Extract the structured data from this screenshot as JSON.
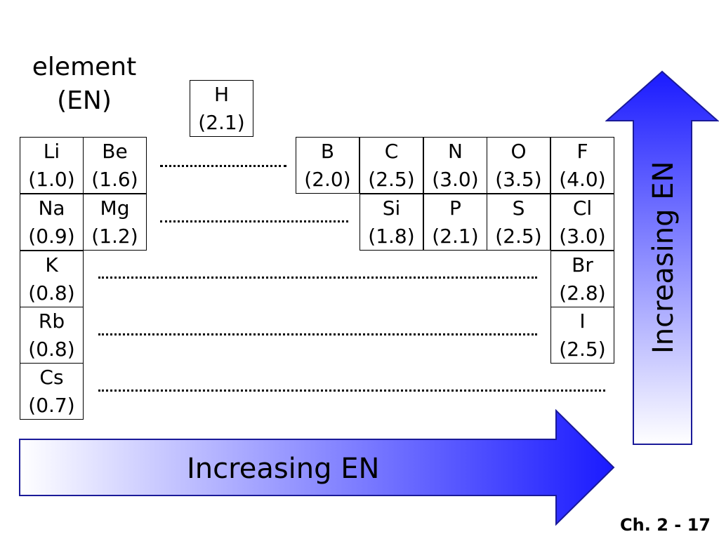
{
  "legend": {
    "line1": "element",
    "line2": "(EN)"
  },
  "elements": {
    "H": {
      "symbol": "H",
      "en": "(2.1)"
    },
    "Li": {
      "symbol": "Li",
      "en": "(1.0)"
    },
    "Be": {
      "symbol": "Be",
      "en": "(1.6)"
    },
    "B": {
      "symbol": "B",
      "en": "(2.0)"
    },
    "C": {
      "symbol": "C",
      "en": "(2.5)"
    },
    "N": {
      "symbol": "N",
      "en": "(3.0)"
    },
    "O": {
      "symbol": "O",
      "en": "(3.5)"
    },
    "F": {
      "symbol": "F",
      "en": "(4.0)"
    },
    "Na": {
      "symbol": "Na",
      "en": "(0.9)"
    },
    "Mg": {
      "symbol": "Mg",
      "en": "(1.2)"
    },
    "Si": {
      "symbol": "Si",
      "en": "(1.8)"
    },
    "P": {
      "symbol": "P",
      "en": "(2.1)"
    },
    "S": {
      "symbol": "S",
      "en": "(2.5)"
    },
    "Cl": {
      "symbol": "Cl",
      "en": "(3.0)"
    },
    "K": {
      "symbol": "K",
      "en": "(0.8)"
    },
    "Br": {
      "symbol": "Br",
      "en": "(2.8)"
    },
    "Rb": {
      "symbol": "Rb",
      "en": "(0.8)"
    },
    "I": {
      "symbol": "I",
      "en": "(2.5)"
    },
    "Cs": {
      "symbol": "Cs",
      "en": "(0.7)"
    }
  },
  "arrows": {
    "horizontal_label": "Increasing EN",
    "vertical_label": "Increasing EN",
    "color_start": "#ffffff",
    "color_end": "#1a1aff"
  },
  "footer": "Ch. 2 - 17"
}
